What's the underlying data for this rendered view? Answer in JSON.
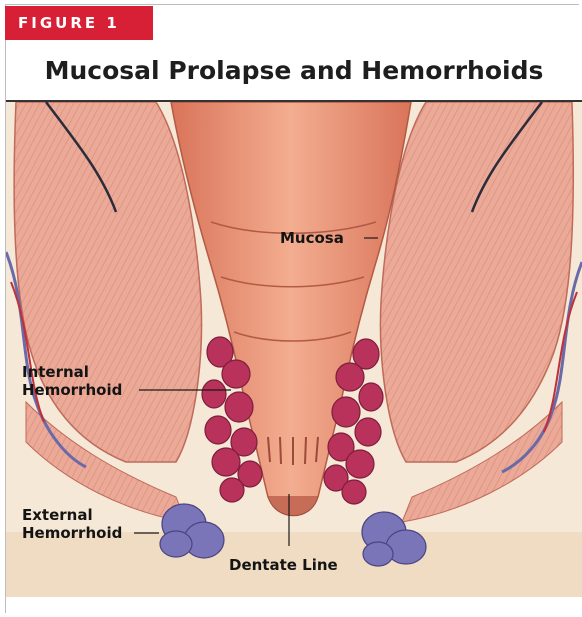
{
  "figure_badge": "FIGURE 1",
  "title": "Mucosal Prolapse and Hemorrhoids",
  "labels": {
    "mucosa": "Mucosa",
    "internal_line1": "Internal",
    "internal_line2": "Hemorrhoid",
    "external_line1": "External",
    "external_line2": "Hemorrhoid",
    "dentate": "Dentate Line"
  },
  "colors": {
    "accent": "#d71f35",
    "background": "#f5e8d6",
    "muscle": "#e9a997",
    "rectum": "#e89373",
    "hemorrhoid_internal": "#b8325b",
    "hemorrhoid_external": "#7a74b8"
  }
}
